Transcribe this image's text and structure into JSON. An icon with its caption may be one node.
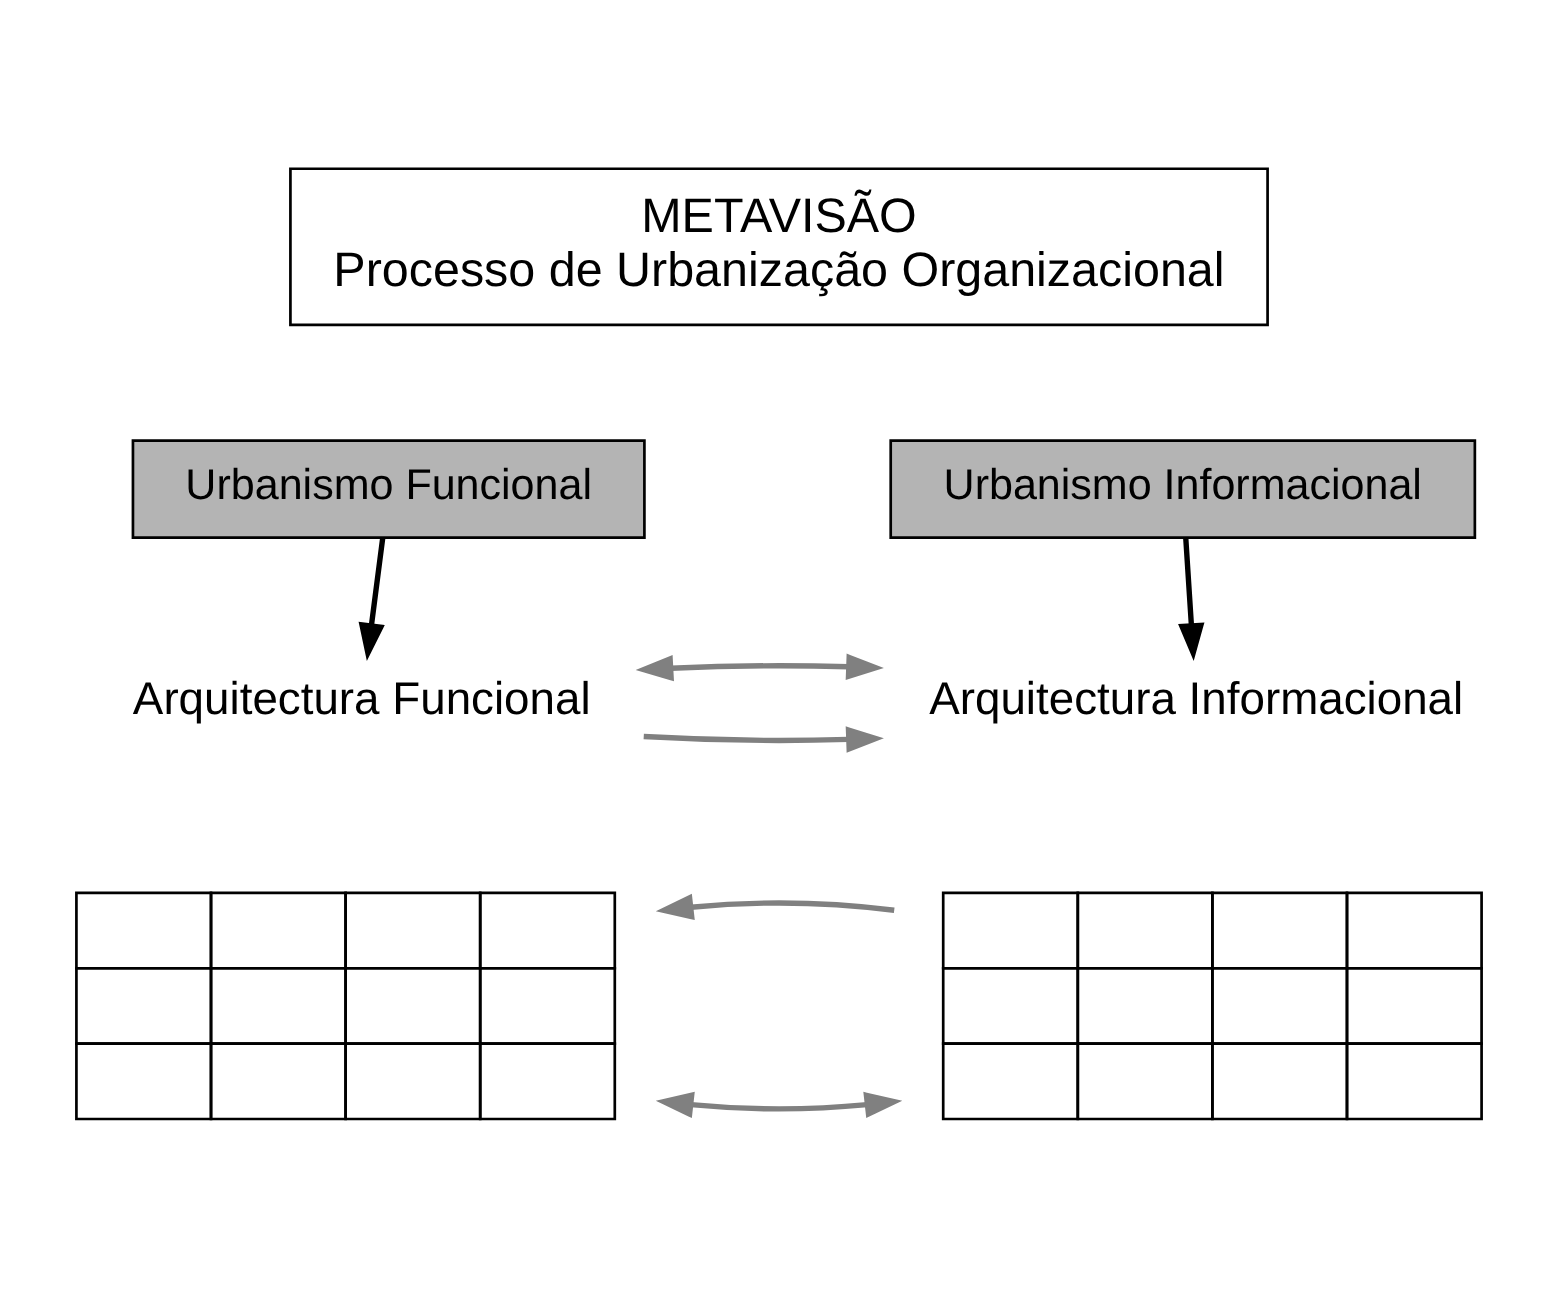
{
  "diagram": {
    "nodes": [
      {
        "text": [
          "METAVISÃO",
          "Processo de Urbanização Organizacional"
        ]
      },
      {
        "text": [
          "Urbanismo Funcional"
        ]
      },
      {
        "text": [
          "Urbanismo Informacional"
        ]
      },
      {
        "text": [
          "Arquitectura Funcional"
        ]
      },
      {
        "text": [
          "Arquitectura Informacional"
        ]
      },
      {
        "text": [],
        "shape": "grid"
      },
      {
        "text": [],
        "shape": "grid"
      }
    ],
    "edges": [
      {
        "from": 1,
        "to": 3,
        "arrow": "to",
        "color": "#000000"
      },
      {
        "from": 2,
        "to": 4,
        "arrow": "to",
        "color": "#000000"
      },
      {
        "from": 3,
        "to": 4,
        "arrow": "to"
      },
      {
        "from": 3,
        "to": 4,
        "arrow": "both"
      },
      {
        "from": 5,
        "to": 6,
        "arrow": "both"
      },
      {
        "from": 6,
        "to": 5,
        "arrow": "to"
      }
    ]
  }
}
